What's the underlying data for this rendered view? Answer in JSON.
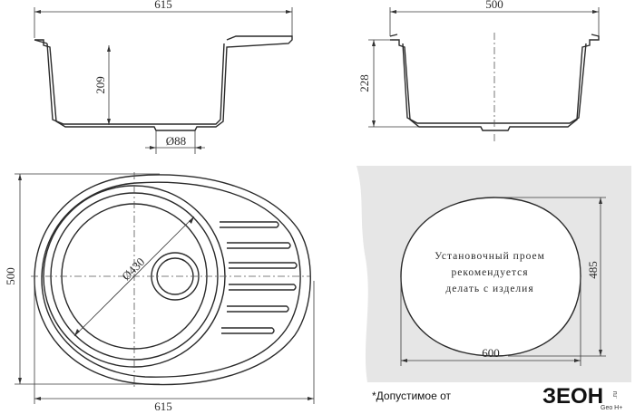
{
  "side_view_long": {
    "width_label": "615",
    "depth_label": "209",
    "drain_label": "Ø88"
  },
  "side_view_short": {
    "width_label": "500",
    "depth_label": "228"
  },
  "top_view": {
    "width_label": "615",
    "height_label": "500",
    "bowl_diameter_label": "Ø430"
  },
  "cutout": {
    "lines": [
      "Установочный проем",
      "рекомендуется",
      "делать с изделия"
    ],
    "width_label": "600",
    "height_label": "485",
    "background_color": "#e6e6e6"
  },
  "footnote": "*Допустимое от",
  "brand": {
    "logo": "ЗЕОН",
    "suffix": ".ru",
    "sub": "Geo H+"
  }
}
